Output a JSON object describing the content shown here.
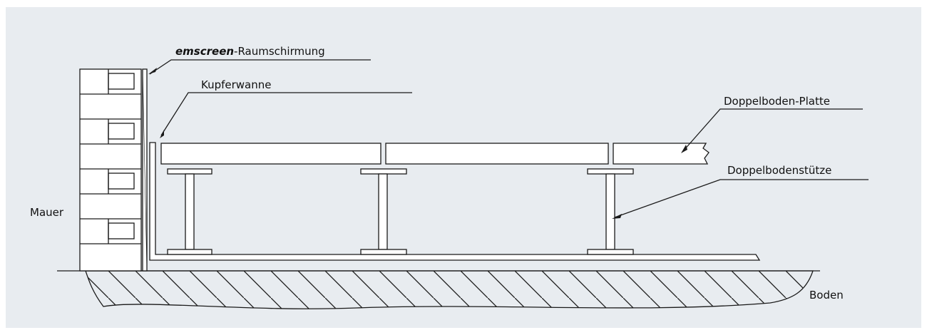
{
  "labels": {
    "raumschirmung_bold": "emscreen",
    "raumschirmung_rest": "-Raumschirmung",
    "kupferwanne": "Kupferwanne",
    "platte": "Doppelboden-Platte",
    "stuetze": "Doppelbodenstütze",
    "mauer": "Mauer",
    "boden": "Boden"
  },
  "colors": {
    "background": "#e8ecf0",
    "line": "#1a1a1a",
    "fill": "#ffffff"
  }
}
